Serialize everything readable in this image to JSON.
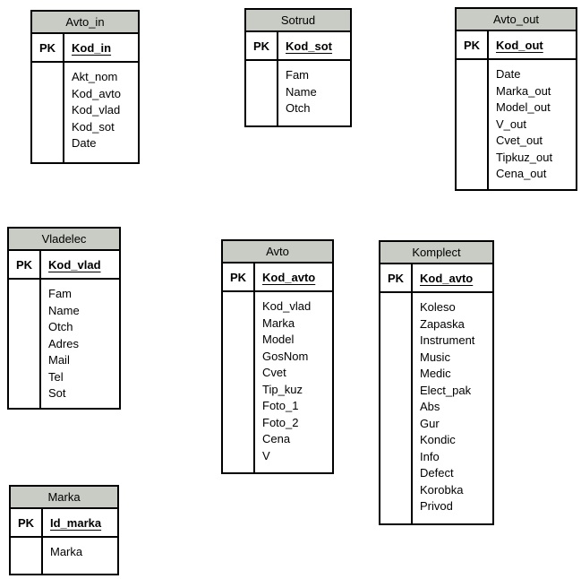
{
  "colors": {
    "header_bg": "#c8ccc4",
    "border": "#000000",
    "background": "#ffffff",
    "text": "#000000"
  },
  "diagram": {
    "type": "er-diagram",
    "tables": [
      {
        "name": "Avto_in",
        "pk_label": "PK",
        "pk_field": "Kod_in",
        "fields": [
          "Akt_nom",
          "Kod_avto",
          "Kod_vlad",
          "Kod_sot",
          "Date"
        ]
      },
      {
        "name": "Sotrud",
        "pk_label": "PK",
        "pk_field": "Kod_sot",
        "fields": [
          "Fam",
          "Name",
          "Otch"
        ]
      },
      {
        "name": "Avto_out",
        "pk_label": "PK",
        "pk_field": "Kod_out",
        "fields": [
          "Date",
          "Marka_out",
          "Model_out",
          "V_out",
          "Cvet_out",
          "Tipkuz_out",
          "Cena_out"
        ]
      },
      {
        "name": "Vladelec",
        "pk_label": "PK",
        "pk_field": "Kod_vlad",
        "fields": [
          "Fam",
          "Name",
          "Otch",
          "Adres",
          "Mail",
          "Tel",
          "Sot"
        ]
      },
      {
        "name": "Avto",
        "pk_label": "PK",
        "pk_field": "Kod_avto",
        "fields": [
          "Kod_vlad",
          "Marka",
          "Model",
          "GosNom",
          "Cvet",
          "Tip_kuz",
          "Foto_1",
          "Foto_2",
          "Cena",
          "V"
        ]
      },
      {
        "name": "Komplect",
        "pk_label": "PK",
        "pk_field": "Kod_avto",
        "fields": [
          "Koleso",
          "Zapaska",
          "Instrument",
          "Music",
          "Medic",
          "Elect_pak",
          "Abs",
          "Gur",
          "Kondic",
          "Info",
          "Defect",
          "Korobka",
          "Privod"
        ]
      },
      {
        "name": "Marka",
        "pk_label": "PK",
        "pk_field": "Id_marka",
        "fields": [
          "Marka"
        ]
      }
    ]
  }
}
